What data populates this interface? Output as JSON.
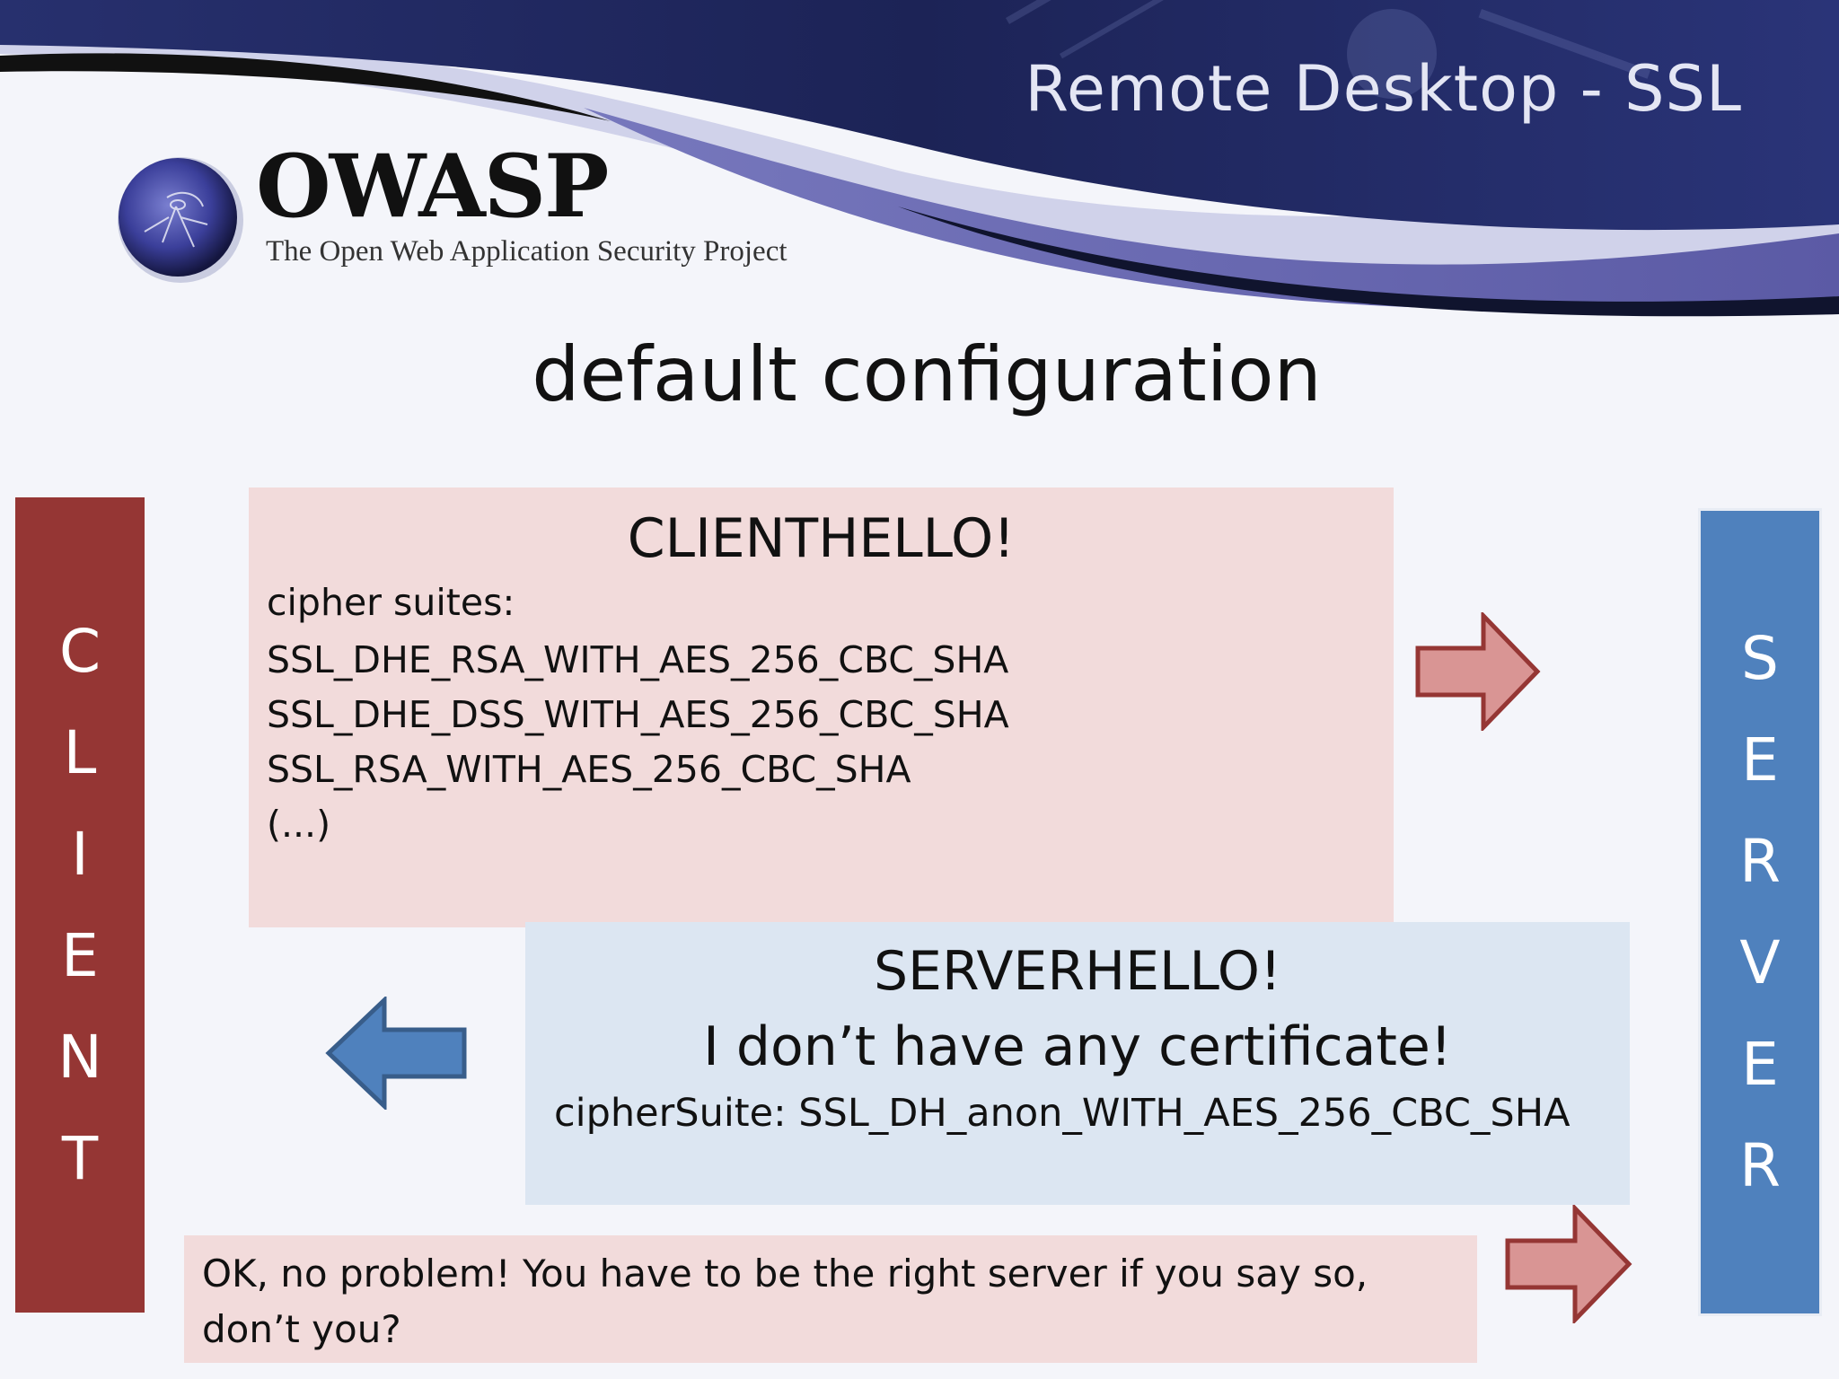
{
  "header": {
    "title": "Remote Desktop - SSL"
  },
  "logo": {
    "wordmark": "OWASP",
    "tagline": "The Open Web Application Security Project",
    "icon": "owasp-globe-wasp-icon"
  },
  "slide": {
    "title": "default configuration"
  },
  "client": {
    "letters": [
      "C",
      "L",
      "I",
      "E",
      "N",
      "T"
    ],
    "color": "#953634"
  },
  "server": {
    "letters": [
      "S",
      "E",
      "R",
      "V",
      "E",
      "R"
    ],
    "color": "#4f81bd"
  },
  "client_hello": {
    "heading": "CLIENTHELLO!",
    "label": "cipher suites:",
    "suites": [
      "SSL_DHE_RSA_WITH_AES_256_CBC_SHA",
      "SSL_DHE_DSS_WITH_AES_256_CBC_SHA",
      "SSL_RSA_WITH_AES_256_CBC_SHA",
      "(...)"
    ],
    "background": "#f2dbdb"
  },
  "server_hello": {
    "heading": "SERVERHELLO!",
    "subheading": "I don’t have any certificate!",
    "cipher": "cipherSuite: SSL_DH_anon_WITH_AES_256_CBC_SHA",
    "background": "#dce6f2"
  },
  "reply": {
    "text": "OK, no problem! You have to be the right server if you say so, don’t you?"
  },
  "arrows": {
    "client_to_server_color": "#d99594",
    "server_to_client_color": "#4f81bd"
  }
}
